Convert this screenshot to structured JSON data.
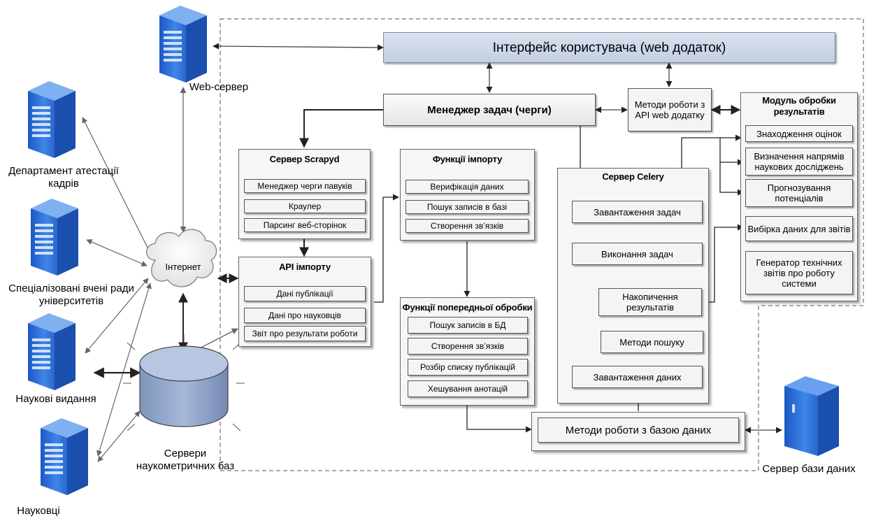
{
  "ui_header": "Інтерфейс користувача (web додаток)",
  "task_manager": "Менеджер задач (черги)",
  "api_methods": "Методи роботи з API web додатку",
  "results_module": {
    "title": "Модуль обробки результатів",
    "items": [
      "Знаходження оцінок",
      "Визначення напрямів наукових досліджень",
      "Прогнозування потенціалів",
      "Вибірка даних для звітів",
      "Генератор технічних звітів про роботу системи"
    ]
  },
  "scrapyd": {
    "title": "Сервер Scrapyd",
    "items": [
      "Менеджер черги павуків",
      "Краулер",
      "Парсинг веб-сторінок"
    ]
  },
  "import_functions": {
    "title": "Функції імпорту",
    "items": [
      "Верифікація даних",
      "Пошук записів в базі",
      "Створення зв’язків"
    ]
  },
  "api_import": {
    "title": "API імпорту",
    "items": [
      "Дані публікації",
      "Дані про науковців",
      "Звіт про результати роботи"
    ]
  },
  "preprocessing": {
    "title": "Функції попередньої обробки",
    "items": [
      "Пошук записів в БД",
      "Створення зв’язків",
      "Розбір списку публікацій",
      "Хешування анотацій"
    ]
  },
  "celery": {
    "title": "Сервер Celery",
    "items": [
      "Завантаження задач",
      "Виконання задач",
      "Накопичення результатів",
      "Методи пошуку",
      "Завантаження даних"
    ]
  },
  "db_methods": "Методи роботи з базою даних",
  "internet": "Інтернет",
  "labels": {
    "web_server": "Web-сервер",
    "dept": "Департамент атестації кадрів",
    "councils": "Спеціалізовані вчені ради університетів",
    "journals": "Наукові видання",
    "scientists": "Науковці",
    "scientometric": "Сервери наукометричних баз",
    "db_server": "Сервер бази даних"
  },
  "colors": {
    "server_blue": "#2f6fd6",
    "header_fill": "#c9d3e6",
    "db_cylinder": "#8ea3c8"
  }
}
